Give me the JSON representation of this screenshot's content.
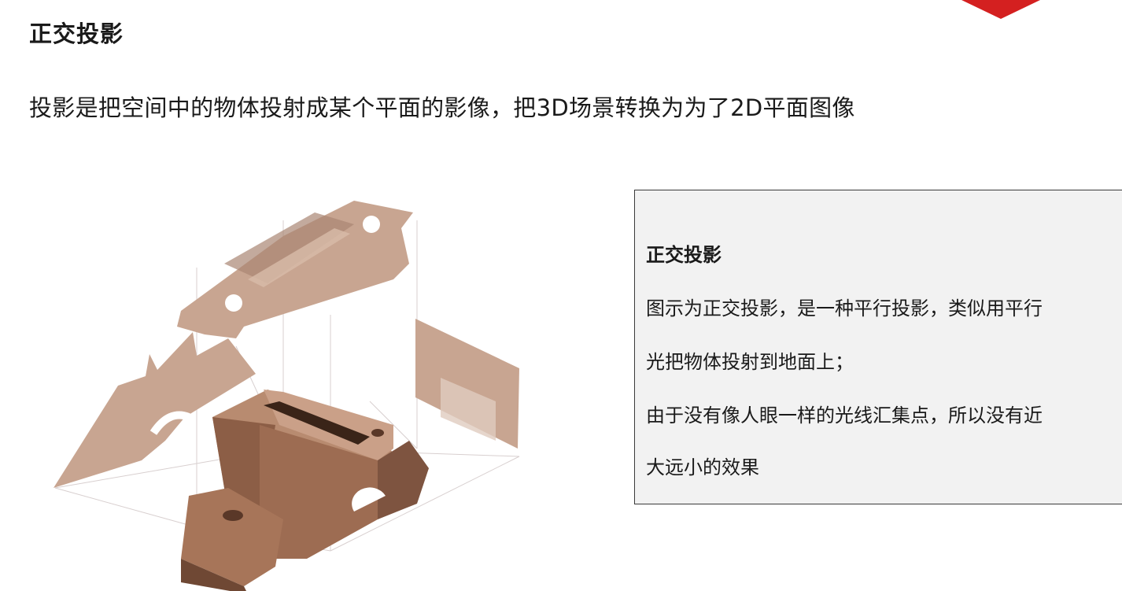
{
  "slide": {
    "title": "正交投影",
    "subtitle": "投影是把空间中的物体投射成某个平面的影像，把3D场景转换为为了2D平面图像"
  },
  "info_box": {
    "title": "正交投影",
    "lines": [
      "图示为正交投影，是一种平行投影，类似用平行",
      "光把物体投射到地面上；",
      "由于没有像人眼一样的光线汇集点，所以没有近",
      "大远小的效果"
    ]
  },
  "colors": {
    "accent_red": "#d42020",
    "box_background": "#f2f2f2",
    "box_border": "#3a3a3a",
    "part_light": "#c9a18a",
    "part_mid": "#b07e63",
    "part_dark": "#7e5440"
  }
}
